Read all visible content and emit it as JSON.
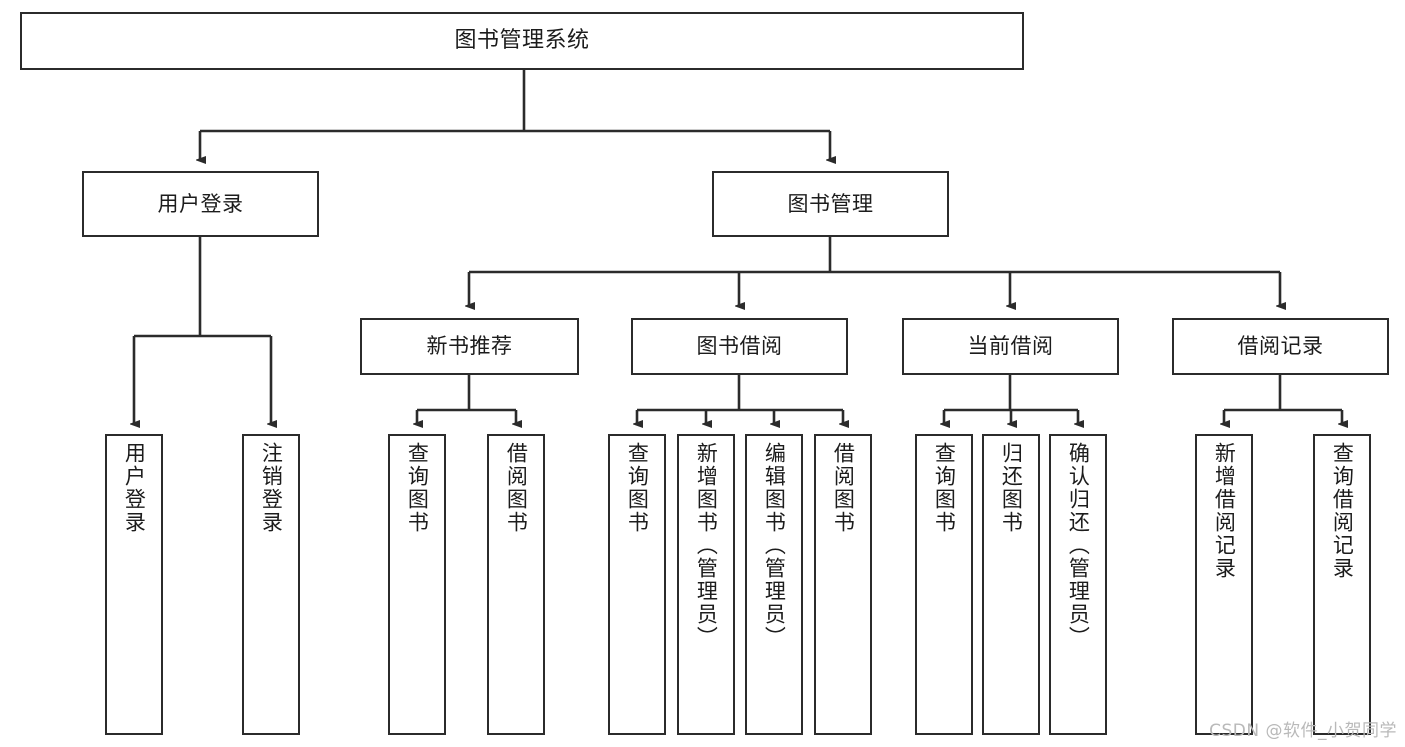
{
  "diagram": {
    "title": "图书管理系统",
    "type": "tree",
    "root": {
      "label": "图书管理系统"
    },
    "level1": [
      {
        "label": "用户登录"
      },
      {
        "label": "图书管理"
      }
    ],
    "level2": [
      {
        "label": "新书推荐"
      },
      {
        "label": "图书借阅"
      },
      {
        "label": "当前借阅"
      },
      {
        "label": "借阅记录"
      }
    ],
    "leaves": {
      "user_login": [
        {
          "label": "用户登录"
        },
        {
          "label": "注销登录"
        }
      ],
      "new_book_recommend": [
        {
          "label": "查询图书"
        },
        {
          "label": "借阅图书"
        }
      ],
      "book_borrow": [
        {
          "label": "查询图书"
        },
        {
          "label": "新增图书（管理员）"
        },
        {
          "label": "编辑图书（管理员）"
        },
        {
          "label": "借阅图书"
        }
      ],
      "current_borrow": [
        {
          "label": "查询图书"
        },
        {
          "label": "归还图书"
        },
        {
          "label": "确认归还（管理员）"
        }
      ],
      "borrow_record": [
        {
          "label": "新增借阅记录"
        },
        {
          "label": "查询借阅记录"
        }
      ]
    },
    "watermark": "CSDN @软件_小贺同学",
    "colors": {
      "stroke": "#2b2b2b",
      "text": "#1c1c1c",
      "background": "#ffffff",
      "watermark": "#b9b9b9"
    }
  }
}
